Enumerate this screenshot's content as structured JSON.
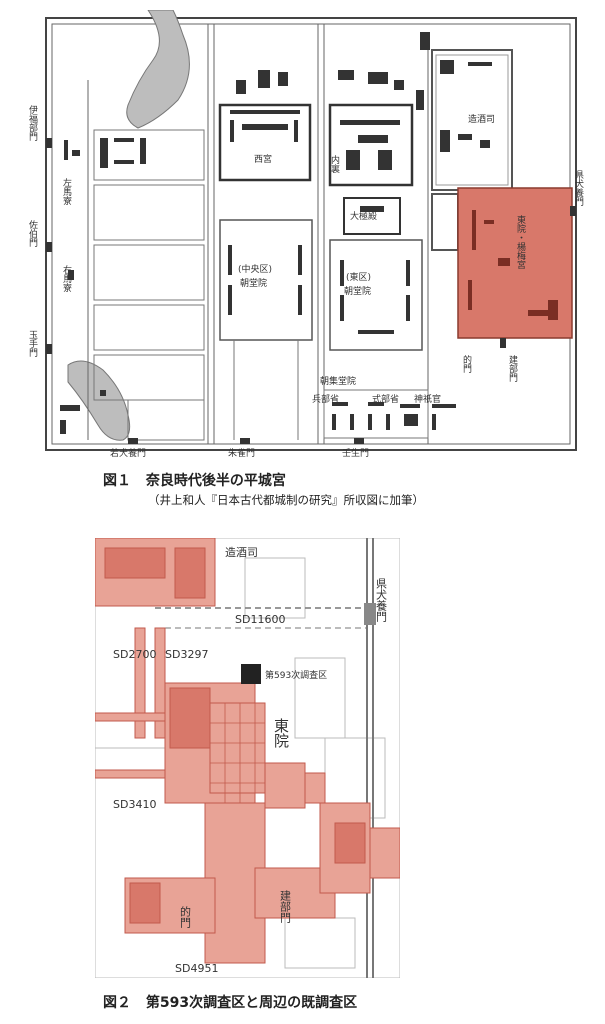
{
  "figure1": {
    "caption_number": "図１",
    "caption_title": "奈良時代後半の平城宮",
    "caption_source": "（井上和人『日本古代都城制の研究』所収図に加筆）",
    "labels": {
      "izumo_gate": "伊福部門",
      "saeki_gate": "佐伯門",
      "tamate_gate": "玉手門",
      "left_horse": "左馬寮",
      "right_horse": "右馬寮",
      "nishimiya": "西宮",
      "central_court": "(中央区)\n朝堂院",
      "east_court": "(東区)\n朝堂院",
      "dairi": "内裏",
      "daigokuden": "大極殿",
      "zoshu": "造酒司",
      "togu": "東院・楊梅宮",
      "agata_gate": "県犬養門",
      "ato_gate": "的門",
      "tate_gate": "建部門",
      "chosyudo": "朝集堂院",
      "hyobu": "兵部省",
      "shikibu": "式部省",
      "jingi": "神祇官",
      "wakainu_gate": "若犬養門",
      "suzaku_gate": "朱雀門",
      "mibu_gate": "壬生門"
    }
  },
  "figure2": {
    "caption_number": "図２",
    "caption_title": "第593次調査区と周辺の既調査区",
    "labels": {
      "zoshu": "造酒司",
      "sd11600": "SD11600",
      "sd2700": "SD2700",
      "sd3297": "SD3297",
      "survey593": "第593次調査区",
      "togu": "東院",
      "sd3410": "SD3410",
      "ato_gate": "的門",
      "tate_gate": "建部門",
      "sd4951": "SD4951",
      "agata_gate": "県犬養門"
    }
  },
  "colors": {
    "excavated_area": "#d8786a",
    "excavated_fill": "#e8a396",
    "pond": "#bdbdbd",
    "line": "#444444"
  }
}
